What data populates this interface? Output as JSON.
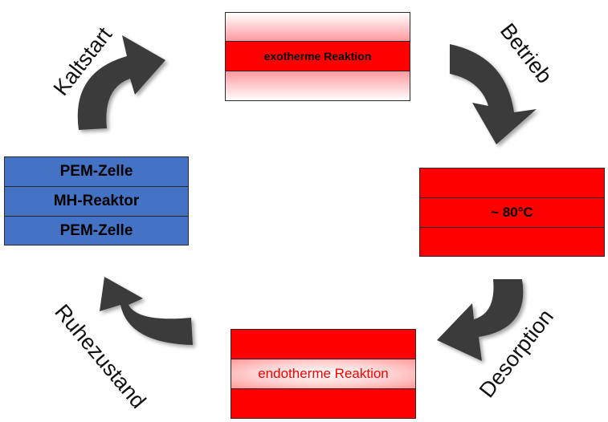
{
  "diagram": {
    "stages": {
      "kaltstart": "Kaltstart",
      "betrieb": "Betrieb",
      "desorption": "Desorption",
      "ruhezustand": "Ruhezustand"
    },
    "stacks": {
      "cold_start": {
        "layers": [
          "PEM-Zelle",
          "MH-Reaktor",
          "PEM-Zelle"
        ],
        "color": "#4472c4"
      },
      "operation": {
        "label": "exotherme Reaktion",
        "color": "#ff0000"
      },
      "desorption": {
        "label": "~ 80°C",
        "color": "#ff0000"
      },
      "rest": {
        "label": "endotherme Reaktion",
        "color": "#ff0000"
      }
    },
    "arrow_color": "#3a3a3a"
  }
}
